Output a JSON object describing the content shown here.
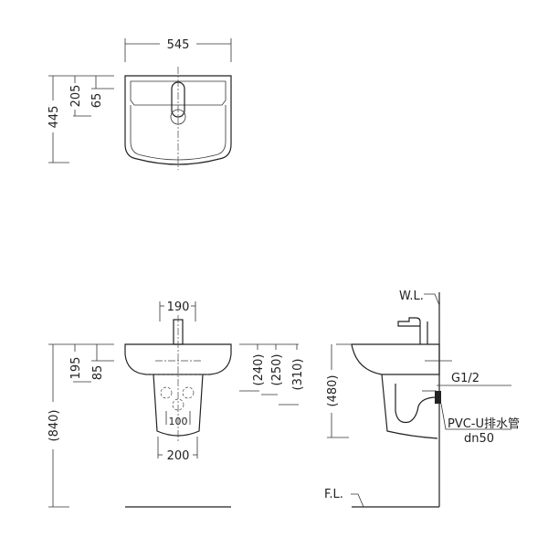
{
  "top_view": {
    "width": "545",
    "depth": "445",
    "tap_offset": "205",
    "tap_to_back": "65"
  },
  "front_view": {
    "tap_spacing": "190",
    "basin_to_fixing": "195",
    "overflow": "85",
    "pedestal_width": "200",
    "waste_dim": "100",
    "supply_heights": [
      "(240)",
      "(250)",
      "(310)"
    ],
    "total_height": "(840)"
  },
  "side_view": {
    "wall_label": "W.L.",
    "floor_label": "F.L.",
    "basin_height": "(480)",
    "supply_label": "G1/2",
    "drain_label": "PVC-U排水管",
    "drain_size": "dn50"
  }
}
